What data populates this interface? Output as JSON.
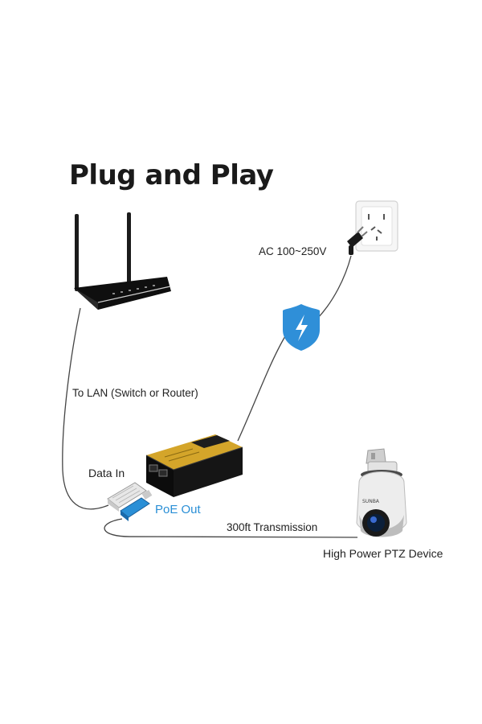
{
  "title": "Plug and Play",
  "labels": {
    "ac": "AC 100~250V",
    "lan": "To LAN (Switch or Router)",
    "data_in": "Data In",
    "poe_out": "PoE Out",
    "transmission": "300ft Transmission",
    "device": "High Power PTZ Device"
  },
  "colors": {
    "accent": "#2a8fd6",
    "shield": "#2f8fd8",
    "device_body": "#111111",
    "sticker": "#d4a52a",
    "text": "#222222"
  },
  "icons": [
    "router-icon",
    "wall-socket-icon",
    "power-plug-icon",
    "lightning-shield-icon",
    "poe-injector-icon",
    "ethernet-plug-icon",
    "ptz-camera-icon"
  ]
}
